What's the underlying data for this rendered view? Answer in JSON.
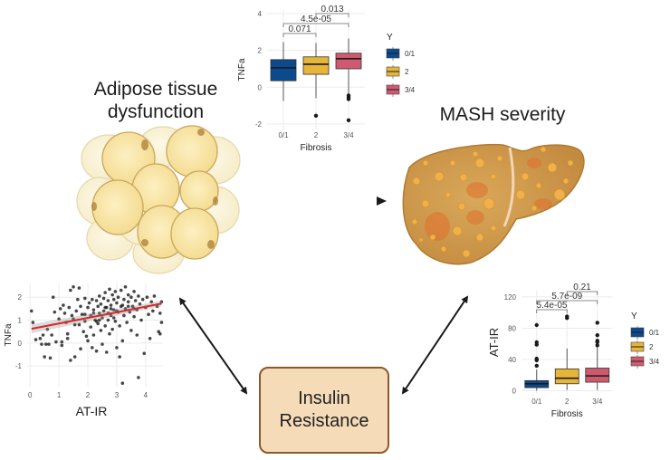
{
  "labels": {
    "adipose_line1": "Adipose tissue",
    "adipose_line2": "dysfunction",
    "mash": "MASH severity",
    "ir_line1": "Insulin",
    "ir_line2": "Resistance"
  },
  "colors": {
    "group_0_1": "#0b4a8c",
    "group_2": "#e6b53a",
    "group_3_4": "#cf5a6f",
    "regression_line": "#d42a2a",
    "ir_box_fill": "#f5dbb8",
    "ir_box_border": "#8b5a2b"
  },
  "chart_data": [
    {
      "id": "tnfa_by_fibrosis",
      "type": "boxplot",
      "title": "",
      "xlabel": "Fibrosis",
      "ylabel": "TNFa",
      "categories": [
        "0/1",
        "2",
        "3/4"
      ],
      "ylim": [
        -2.3,
        4.2
      ],
      "yticks": [
        -2,
        0,
        2,
        4
      ],
      "legend": {
        "title": "Y",
        "entries": [
          "0/1",
          "2",
          "3/4"
        ],
        "position": "right"
      },
      "boxes": [
        {
          "group": "0/1",
          "whisker_low": -0.75,
          "q1": 0.35,
          "median": 1.05,
          "q3": 1.5,
          "whisker_high": 2.45,
          "outliers": []
        },
        {
          "group": "2",
          "whisker_low": -0.6,
          "q1": 0.7,
          "median": 1.25,
          "q3": 1.65,
          "whisker_high": 2.4,
          "outliers": [
            -1.55
          ]
        },
        {
          "group": "3/4",
          "whisker_low": -0.35,
          "q1": 1.0,
          "median": 1.55,
          "q3": 1.85,
          "whisker_high": 2.65,
          "outliers": [
            -0.45,
            -0.55,
            -0.65,
            -1.8
          ]
        }
      ],
      "comparisons": [
        {
          "pair": [
            "0/1",
            "2"
          ],
          "p": "0.071"
        },
        {
          "pair": [
            "0/1",
            "3/4"
          ],
          "p": "4.5e-05"
        },
        {
          "pair": [
            "2",
            "3/4"
          ],
          "p": "0.013"
        }
      ]
    },
    {
      "id": "tnfa_vs_atir",
      "type": "scatter",
      "title": "",
      "xlabel": "AT-IR",
      "ylabel": "TNFa",
      "xlim": [
        -0.1,
        4.6
      ],
      "ylim": [
        -1.9,
        2.6
      ],
      "xticks": [
        0,
        1,
        2,
        3,
        4
      ],
      "yticks": [
        -1,
        0,
        1,
        2
      ],
      "regression": {
        "x0": 0.05,
        "y0": 0.62,
        "x1": 4.55,
        "y1": 1.72
      },
      "points": [
        [
          0.05,
          1.4
        ],
        [
          0.1,
          0.9
        ],
        [
          0.2,
          0.15
        ],
        [
          0.35,
          0.2
        ],
        [
          0.4,
          -0.05
        ],
        [
          0.45,
          0.35
        ],
        [
          0.5,
          -0.6
        ],
        [
          0.55,
          -0.05
        ],
        [
          0.6,
          0.6
        ],
        [
          0.65,
          -0.05
        ],
        [
          0.7,
          -0.65
        ],
        [
          0.75,
          0.35
        ],
        [
          0.8,
          2.0
        ],
        [
          0.85,
          1.35
        ],
        [
          0.9,
          0.05
        ],
        [
          1.0,
          1.05
        ],
        [
          1.05,
          1.5
        ],
        [
          1.1,
          0.05
        ],
        [
          1.1,
          -0.1
        ],
        [
          1.15,
          1.65
        ],
        [
          1.2,
          1.3
        ],
        [
          1.25,
          0.9
        ],
        [
          1.3,
          0.4
        ],
        [
          1.3,
          0.2
        ],
        [
          1.35,
          1.55
        ],
        [
          1.4,
          -0.75
        ],
        [
          1.4,
          2.3
        ],
        [
          1.45,
          1.2
        ],
        [
          1.5,
          1.05
        ],
        [
          1.5,
          2.45
        ],
        [
          1.55,
          0.8
        ],
        [
          1.55,
          -0.6
        ],
        [
          1.6,
          1.4
        ],
        [
          1.65,
          1.9
        ],
        [
          1.7,
          2.4
        ],
        [
          1.7,
          0.8
        ],
        [
          1.75,
          1.6
        ],
        [
          1.75,
          -0.25
        ],
        [
          1.8,
          1.25
        ],
        [
          1.85,
          0.5
        ],
        [
          1.9,
          1.95
        ],
        [
          1.9,
          0.95
        ],
        [
          1.95,
          0.3
        ],
        [
          2.0,
          1.55
        ],
        [
          2.0,
          0.1
        ],
        [
          2.05,
          1.75
        ],
        [
          2.1,
          1.2
        ],
        [
          2.1,
          0.7
        ],
        [
          2.15,
          -0.2
        ],
        [
          2.15,
          1.9
        ],
        [
          2.2,
          1.45
        ],
        [
          2.2,
          0.35
        ],
        [
          2.25,
          1.0
        ],
        [
          2.3,
          1.85
        ],
        [
          2.3,
          -0.35
        ],
        [
          2.35,
          1.6
        ],
        [
          2.35,
          0.85
        ],
        [
          2.4,
          2.05
        ],
        [
          2.4,
          1.3
        ],
        [
          2.45,
          0.55
        ],
        [
          2.45,
          1.7
        ],
        [
          2.5,
          1.1
        ],
        [
          2.5,
          -0.05
        ],
        [
          2.55,
          1.95
        ],
        [
          2.55,
          1.4
        ],
        [
          2.6,
          0.75
        ],
        [
          2.6,
          2.2
        ],
        [
          2.65,
          1.55
        ],
        [
          2.65,
          -0.4
        ],
        [
          2.7,
          1.85
        ],
        [
          2.7,
          1.0
        ],
        [
          2.75,
          2.35
        ],
        [
          2.75,
          0.4
        ],
        [
          2.8,
          1.65
        ],
        [
          2.8,
          1.2
        ],
        [
          2.85,
          2.1
        ],
        [
          2.85,
          0.6
        ],
        [
          2.9,
          1.45
        ],
        [
          2.9,
          1.9
        ],
        [
          2.95,
          2.25
        ],
        [
          2.95,
          0.95
        ],
        [
          3.0,
          1.75
        ],
        [
          3.0,
          -0.2
        ],
        [
          3.05,
          1.35
        ],
        [
          3.05,
          2.0
        ],
        [
          3.1,
          0.75
        ],
        [
          3.1,
          -0.6
        ],
        [
          3.15,
          1.6
        ],
        [
          3.15,
          2.3
        ],
        [
          3.2,
          0.1
        ],
        [
          3.2,
          -1.75
        ],
        [
          3.25,
          1.9
        ],
        [
          3.25,
          1.2
        ],
        [
          3.3,
          2.45
        ],
        [
          3.3,
          1.5
        ],
        [
          3.35,
          0.9
        ],
        [
          3.4,
          1.8
        ],
        [
          3.4,
          2.1
        ],
        [
          3.45,
          1.35
        ],
        [
          3.5,
          0.55
        ],
        [
          3.5,
          2.0
        ],
        [
          3.55,
          1.6
        ],
        [
          3.6,
          1.15
        ],
        [
          3.6,
          2.25
        ],
        [
          3.65,
          1.85
        ],
        [
          3.7,
          0.35
        ],
        [
          3.7,
          1.45
        ],
        [
          3.75,
          -1.5
        ],
        [
          3.75,
          2.05
        ],
        [
          3.8,
          1.7
        ],
        [
          3.85,
          1.0
        ],
        [
          3.9,
          1.9
        ],
        [
          3.95,
          -0.45
        ],
        [
          4.0,
          1.55
        ],
        [
          4.05,
          2.0
        ],
        [
          4.1,
          1.25
        ],
        [
          4.15,
          0.2
        ],
        [
          4.2,
          1.8
        ],
        [
          4.25,
          1.4
        ],
        [
          4.3,
          2.05
        ],
        [
          4.4,
          1.6
        ],
        [
          4.45,
          0.5
        ],
        [
          4.5,
          0.4
        ],
        [
          4.5,
          1.3
        ],
        [
          4.55,
          0.9
        ],
        [
          4.55,
          1.8
        ],
        [
          2.2,
          1.3
        ],
        [
          2.6,
          1.55
        ],
        [
          2.8,
          1.5
        ],
        [
          3.0,
          1.4
        ],
        [
          3.2,
          1.65
        ],
        [
          2.4,
          1.0
        ],
        [
          2.7,
          1.3
        ],
        [
          3.4,
          1.6
        ],
        [
          1.9,
          1.25
        ],
        [
          2.3,
          0.95
        ],
        [
          2.9,
          1.1
        ],
        [
          3.6,
          1.5
        ]
      ]
    },
    {
      "id": "atir_by_fibrosis",
      "type": "boxplot",
      "title": "",
      "xlabel": "Fibrosis",
      "ylabel": "AT-IR",
      "categories": [
        "0/1",
        "2",
        "3/4"
      ],
      "ylim": [
        -4,
        128
      ],
      "yticks": [
        0,
        40,
        80,
        120
      ],
      "legend": {
        "title": "Y",
        "entries": [
          "0/1",
          "2",
          "3/4"
        ],
        "position": "right"
      },
      "boxes": [
        {
          "group": "0/1",
          "whisker_low": 0,
          "q1": 4,
          "median": 9,
          "q3": 13,
          "whisker_high": 27,
          "outliers": [
            32,
            39,
            41,
            59,
            62,
            84
          ]
        },
        {
          "group": "2",
          "whisker_low": 1,
          "q1": 9,
          "median": 16,
          "q3": 28,
          "whisker_high": 54,
          "outliers": [
            93,
            95
          ]
        },
        {
          "group": "3/4",
          "whisker_low": 1,
          "q1": 11,
          "median": 19,
          "q3": 29,
          "whisker_high": 55,
          "outliers": [
            58,
            62,
            64,
            71,
            87
          ]
        }
      ],
      "comparisons": [
        {
          "pair": [
            "0/1",
            "2"
          ],
          "p": "5.4e-05"
        },
        {
          "pair": [
            "0/1",
            "3/4"
          ],
          "p": "5.7e-09"
        },
        {
          "pair": [
            "2",
            "3/4"
          ],
          "p": "0.21"
        }
      ]
    }
  ]
}
